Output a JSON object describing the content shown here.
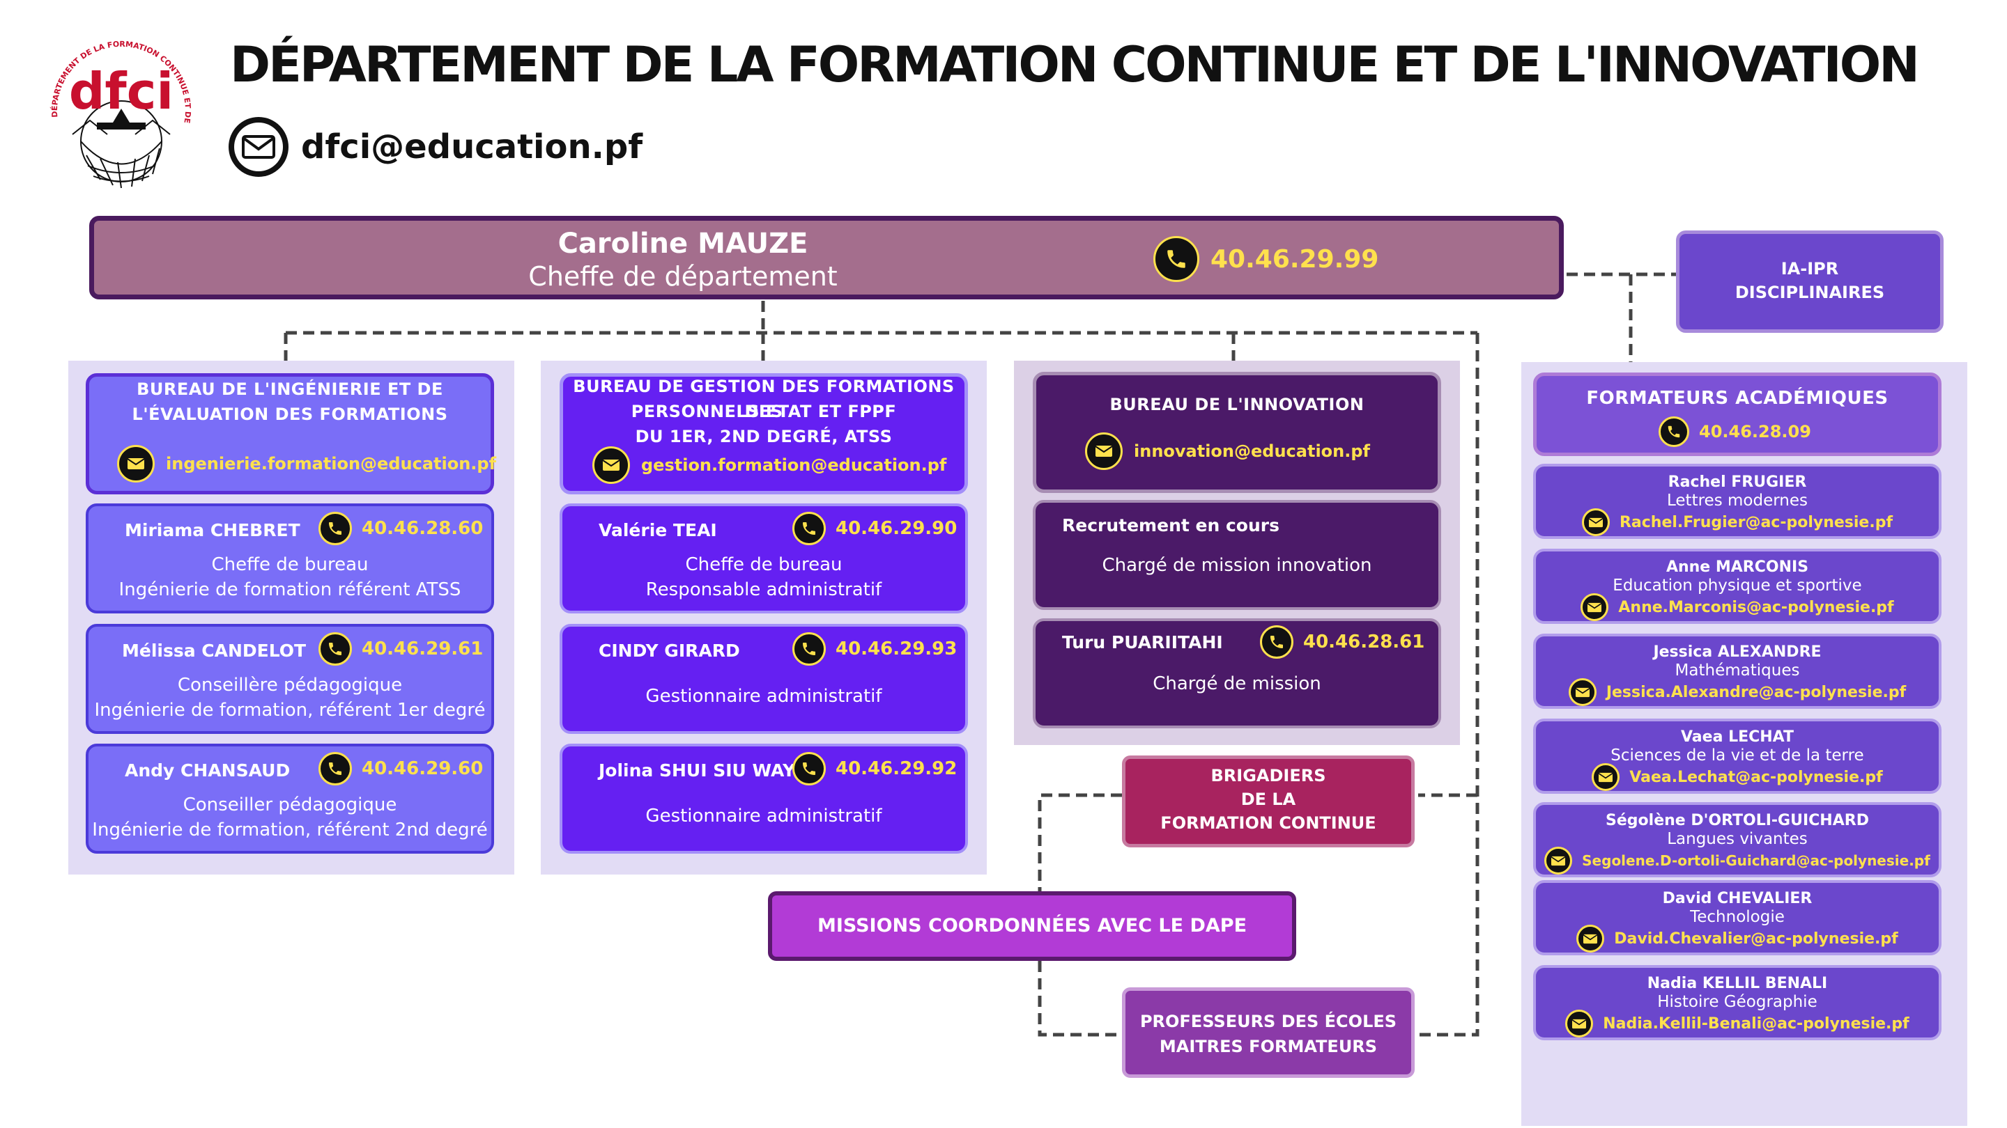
{
  "header": {
    "logo_text": "dfci",
    "logo_ring_text": "DÉPARTEMENT DE LA FORMATION CONTINUE ET DE L'INNOVATION",
    "title": "DÉPARTEMENT DE LA FORMATION CONTINUE ET DE L'INNOVATION",
    "email": "dfci@education.pf"
  },
  "head": {
    "name": "Caroline MAUZE",
    "role": "Cheffe de département",
    "phone": "40.46.29.99"
  },
  "iaipr": {
    "line1": "IA-IPR",
    "line2": "DISCIPLINAIRES"
  },
  "bureau_ingenierie": {
    "title1": "BUREAU DE L'INGÉNIERIE ET DE",
    "title2": "L'ÉVALUATION DES FORMATIONS",
    "email": "ingenierie.formation@education.pf",
    "members": [
      {
        "name": "Miriama CHEBRET",
        "phone": "40.46.28.60",
        "line1": "Cheffe de bureau",
        "line2": "Ingénierie de formation référent ATSS"
      },
      {
        "name": "Mélissa CANDELOT",
        "phone": "40.46.29.61",
        "line1": "Conseillère pédagogique",
        "line2": "Ingénierie de formation, référent 1er degré"
      },
      {
        "name": "Andy CHANSAUD",
        "phone": "40.46.29.60",
        "line1": "Conseiller pédagogique",
        "line2": "Ingénierie de formation, référent 2nd degré"
      }
    ]
  },
  "bureau_gestion": {
    "title1": "BUREAU DE GESTION DES FORMATIONS DES",
    "title2": "PERSONNELS ETAT ET FPPF",
    "title3": "DU 1ER, 2ND DEGRÉ, ATSS",
    "email": "gestion.formation@education.pf",
    "members": [
      {
        "name": "Valérie TEAI",
        "phone": "40.46.29.90",
        "line1": "Cheffe de bureau",
        "line2": "Responsable administratif"
      },
      {
        "name": "CINDY GIRARD",
        "phone": "40.46.29.93",
        "line1": "Gestionnaire administratif"
      },
      {
        "name": "Jolina SHUI SIU WAY",
        "phone": "40.46.29.92",
        "line1": "Gestionnaire administratif"
      }
    ]
  },
  "bureau_innovation": {
    "title": "BUREAU DE L'INNOVATION",
    "email": "innovation@education.pf",
    "members": [
      {
        "name": "Recrutement en cours",
        "line1": "Chargé de mission innovation"
      },
      {
        "name": "Turu PUARIITAHI",
        "phone": "40.46.28.61",
        "line1": "Chargé de mission"
      }
    ]
  },
  "brigadiers": {
    "line1": "BRIGADIERS",
    "line2": "DE LA",
    "line3": "FORMATION CONTINUE"
  },
  "missions": {
    "label": "MISSIONS COORDONNÉES AVEC LE DAPE"
  },
  "professeurs": {
    "line1": "PROFESSEURS DES ÉCOLES",
    "line2": "MAITRES FORMATEURS"
  },
  "formateurs": {
    "title": "FORMATEURS ACADÉMIQUES",
    "phone": "40.46.28.09",
    "members": [
      {
        "name": "Rachel FRUGIER",
        "subject": "Lettres modernes",
        "email": "Rachel.Frugier@ac-polynesie.pf"
      },
      {
        "name": "Anne MARCONIS",
        "subject": "Education physique et sportive",
        "email": "Anne.Marconis@ac-polynesie.pf"
      },
      {
        "name": "Jessica ALEXANDRE",
        "subject": "Mathématiques",
        "email": "Jessica.Alexandre@ac-polynesie.pf"
      },
      {
        "name": "Vaea LECHAT",
        "subject": "Sciences de la vie et de la terre",
        "email": "Vaea.Lechat@ac-polynesie.pf"
      },
      {
        "name": "Ségolène D'ORTOLI-GUICHARD",
        "subject": "Langues vivantes",
        "email": "Segolene.D-ortoli-Guichard@ac-polynesie.pf"
      },
      {
        "name": "David CHEVALIER",
        "subject": "Technologie",
        "email": "David.Chevalier@ac-polynesie.pf"
      },
      {
        "name": "Nadia KELLIL BENALI",
        "subject": "Histoire Géographie",
        "email": "Nadia.Kellil-Benali@ac-polynesie.pf"
      }
    ]
  },
  "colors": {
    "head_fill": "#a46e8d",
    "head_border": "#4a1a5e",
    "accent_yellow": "#ffe14d",
    "lavender": "#7a6ef7",
    "violet": "#6520f2",
    "plum": "#4b1a68",
    "brigadiers": "#a8235f",
    "missions": "#b23bd6",
    "professeurs": "#8b3aa8",
    "formateurs": "#6b47cc"
  },
  "icons": [
    "mail-icon",
    "phone-icon"
  ]
}
